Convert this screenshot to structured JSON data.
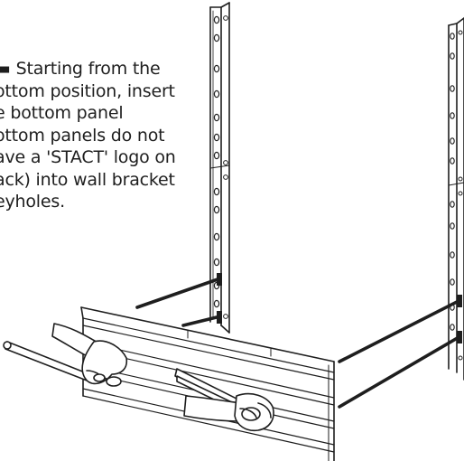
{
  "instruction": {
    "lines": [
      "▬ Starting from the",
      "ottom position, insert",
      "e bottom panel",
      "ottom panels do not",
      "ave a 'STACT' logo on",
      "ack) into wall bracket",
      "eyholes."
    ]
  },
  "colors": {
    "ink": "#1e1e1e",
    "background": "#ffffff"
  }
}
